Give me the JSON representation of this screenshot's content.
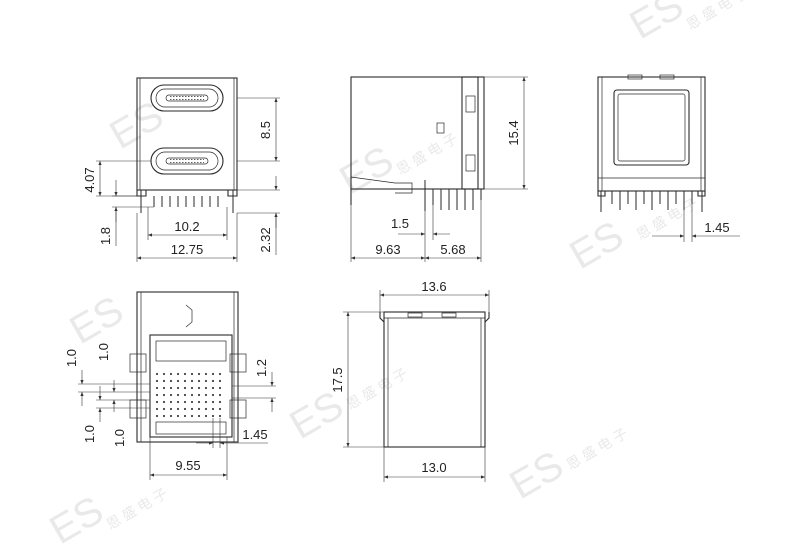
{
  "watermark": {
    "brand": "ES",
    "chinese": "恩 盛 电 子"
  },
  "front_view": {
    "dims": {
      "port_pitch": "8.5",
      "lower_height": "4.07",
      "pin_span": "10.2",
      "pin_offset": "1.8",
      "total_width": "12.75",
      "pin_length": "2.32"
    }
  },
  "side_view": {
    "dims": {
      "height": "15.4",
      "pin_gap": "1.5",
      "body_depth": "9.63",
      "pin_depth": "5.68"
    }
  },
  "rear_view": {
    "dims": {
      "pin_pitch": "1.45"
    }
  },
  "bottom_view": {
    "dims": {
      "pitch_left_1": "1.0",
      "pitch_left_2": "1.0",
      "pitch_left_3": "1.0",
      "pitch_left_4": "1.0",
      "row_pitch": "1.2",
      "col_pitch": "1.45",
      "grid_width": "9.55"
    }
  },
  "top_view": {
    "dims": {
      "top_width": "13.6",
      "length": "17.5",
      "bottom_width": "13.0"
    }
  }
}
